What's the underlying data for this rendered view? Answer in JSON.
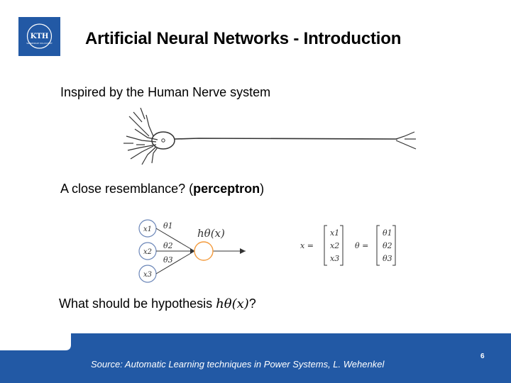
{
  "slide": {
    "logo_text_top": "KTH",
    "logo_text_bottom": "VETENSKAP OCH KONST",
    "title": "Artificial Neural Networks - Introduction",
    "line1": "Inspired by the Human Nerve system",
    "line2_prefix": "A close resemblance? (",
    "line2_bold": "perceptron",
    "line2_suffix": ")",
    "hypothesis_prefix": "What should be hypothesis ",
    "hypothesis_math": "hθ(x)",
    "hypothesis_suffix": "?",
    "perceptron": {
      "inputs": [
        "x1",
        "x2",
        "x3"
      ],
      "weights": [
        "θ1",
        "θ2",
        "θ3"
      ],
      "output": "hθ(x)"
    },
    "equations": {
      "x_label": "x =",
      "x_vector": [
        "x1",
        "x2",
        "x3"
      ],
      "theta_label": "θ =",
      "theta_vector": [
        "θ1",
        "θ2",
        "θ3"
      ]
    },
    "source": "Source: Automatic Learning techniques in Power Systems, L. Wehenkel",
    "page_number": "6",
    "colors": {
      "brand_blue": "#2259a5",
      "neuron_orange": "#f39a3c",
      "input_circle": "#6b86b8"
    }
  }
}
